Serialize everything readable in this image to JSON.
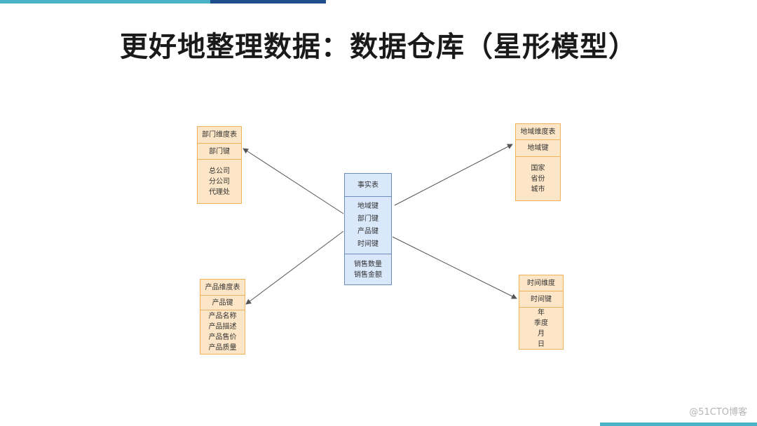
{
  "colors": {
    "top_bar_teal": "#4bb3c8",
    "top_bar_navy": "#1f4e8c",
    "bottom_bar_teal": "#4bb3c8",
    "dim_fill": "#fde6c7",
    "dim_stroke": "#f0b25a",
    "fact_fill": "#dae8fc",
    "fact_stroke": "#6c8ebf",
    "arrow": "#555555"
  },
  "title": "更好地整理数据：数据仓库（星形模型）",
  "fact_table": {
    "header": "事实表",
    "keys": [
      "地域键",
      "部门键",
      "产品键",
      "时间键"
    ],
    "measures": [
      "销售数量",
      "销售金额"
    ]
  },
  "dept_dim": {
    "header": "部门维度表",
    "key": "部门键",
    "attrs": [
      "总公司",
      "分公司",
      "代理处"
    ]
  },
  "region_dim": {
    "header": "地域维度表",
    "key": "地域键",
    "attrs": [
      "国家",
      "省份",
      "城市"
    ]
  },
  "product_dim": {
    "header": "产品维度表",
    "key": "产品键",
    "attrs": [
      "产品名称",
      "产品描述",
      "产品售价",
      "产品质量"
    ]
  },
  "time_dim": {
    "header": "时间维度",
    "key": "时间键",
    "attrs": [
      "年",
      "季度",
      "月",
      "日"
    ]
  },
  "watermark": "@51CTO博客"
}
